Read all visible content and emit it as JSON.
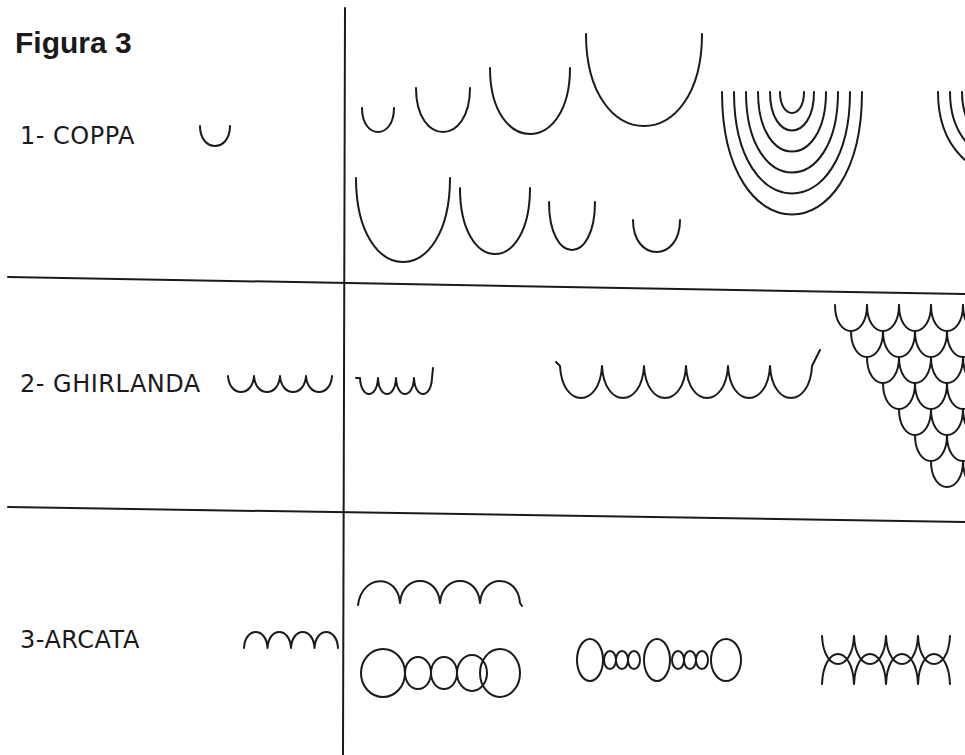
{
  "diagram": {
    "title": "Figura 3",
    "labels": [
      "1- COPPA",
      "2- GHIRLANDA",
      "3-ARCATA"
    ]
  }
}
